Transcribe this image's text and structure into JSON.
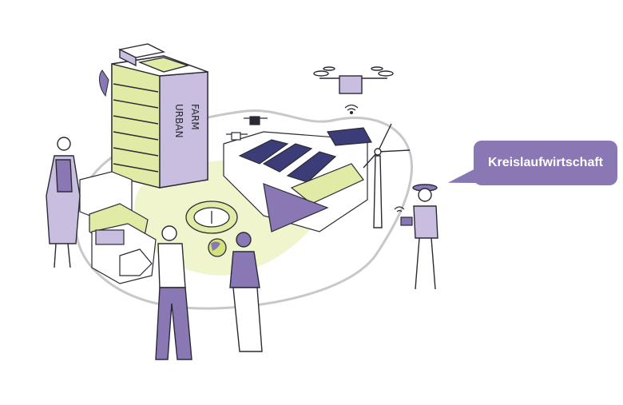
{
  "speech_bubble": {
    "text": "Kreislaufwirtschaft"
  },
  "building_sign": {
    "word1": "URBAN",
    "word2": "FARM"
  },
  "colors": {
    "purple": "#8a78b4",
    "light_purple": "#c9bee0",
    "lime": "#e2eba6",
    "lime_dark": "#d4e27c",
    "outline": "#2a2a35",
    "path_gray": "#c8c8c8",
    "panel_blue": "#3c3c78"
  },
  "icons": [
    "drone-icon",
    "wifi-icon",
    "wind-turbine-icon",
    "solar-panel-icon",
    "globe-icon",
    "tablet-icon"
  ]
}
